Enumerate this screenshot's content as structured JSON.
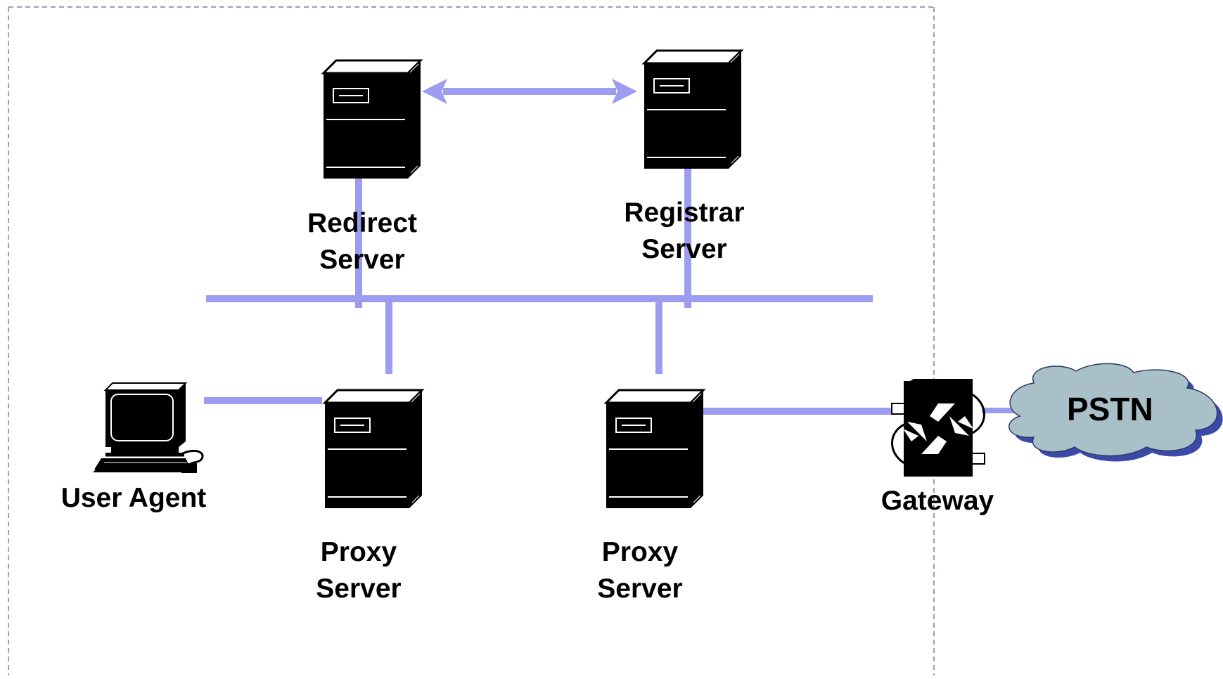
{
  "colors": {
    "link": "#9c9cf0",
    "boundary": "#9b9bc8",
    "device": "#000000",
    "cloud_fill": "#a9c0c8",
    "cloud_shadow": "#3a4aa8"
  },
  "nodes": {
    "redirect_server": {
      "line1": "Redirect",
      "line2": "Server",
      "icon": "server-tower-icon"
    },
    "registrar_server": {
      "line1": "Registrar",
      "line2": "Server",
      "icon": "server-tower-icon"
    },
    "proxy_server_left": {
      "line1": "Proxy",
      "line2": "Server",
      "icon": "server-tower-icon"
    },
    "proxy_server_right": {
      "line1": "Proxy",
      "line2": "Server",
      "icon": "server-tower-icon"
    },
    "user_agent": {
      "label": "User Agent",
      "icon": "workstation-icon"
    },
    "gateway": {
      "label": "Gateway",
      "icon": "gateway-icon"
    },
    "pstn": {
      "label": "PSTN",
      "icon": "cloud-icon"
    }
  }
}
